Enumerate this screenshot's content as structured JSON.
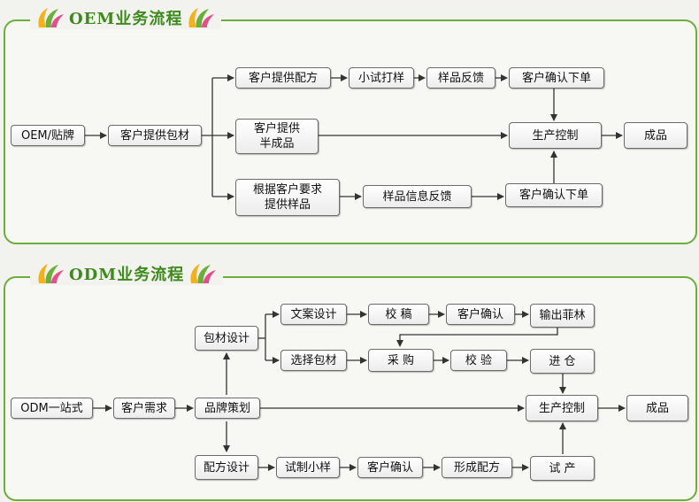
{
  "oem": {
    "title": "OEM业务流程",
    "nodes": {
      "start": "OEM/贴牌",
      "packaging": "客户提供包材",
      "formula": "客户提供配方",
      "trial": "小试打样",
      "feedback": "样品反馈",
      "confirm_top": "客户确认下单",
      "semi": "客户提供\n半成品",
      "production": "生产控制",
      "product": "成品",
      "sample_req": "根据客户要求\n提供样品",
      "sample_info": "样品信息反馈",
      "confirm_bottom": "客户确认下单"
    }
  },
  "odm": {
    "title": "ODM业务流程",
    "nodes": {
      "start": "ODM一站式",
      "demand": "客户需求",
      "brand": "品牌策划",
      "pack_design": "包材设计",
      "copy_design": "文案设计",
      "proofread": "校 稿",
      "client_confirm": "客户确认",
      "film": "输出菲林",
      "select_pack": "选择包材",
      "purchase": "采 购",
      "inspect": "校 验",
      "warehouse": "进 仓",
      "production": "生产控制",
      "product": "成品",
      "formula_design": "配方设计",
      "trial_sample": "试制小样",
      "client_confirm2": "客户确认",
      "formula_formed": "形成配方",
      "trial_run": "试 产"
    }
  },
  "colors": {
    "accent": "#6cae3a",
    "title": "#3f8a1e",
    "line": "#333333"
  }
}
